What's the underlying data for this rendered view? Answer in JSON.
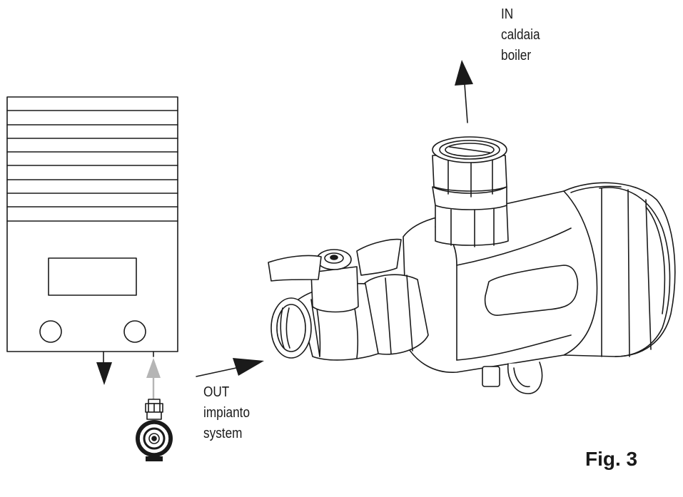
{
  "labels": {
    "inlet": [
      "IN",
      "caldaia",
      "boiler"
    ],
    "outlet": [
      "OUT",
      "impianto",
      "system"
    ]
  },
  "figure": {
    "caption": "Fig. 3"
  },
  "colors": {
    "line": "#1a1a1a",
    "arrow_fill": "#1a1a1a",
    "arrow_return": "#b5b5b5",
    "background": "#ffffff"
  }
}
